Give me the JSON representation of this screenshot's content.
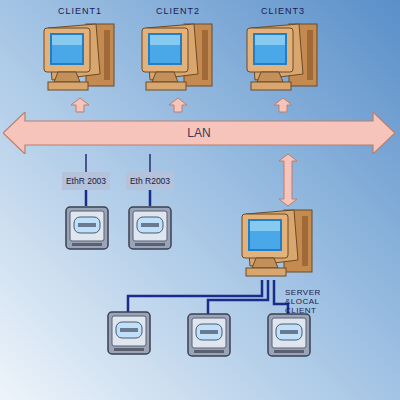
{
  "diagram": {
    "nodes": [
      {
        "text": [
          "CLIENT1"
        ]
      },
      {
        "text": [
          "CLIENT2"
        ]
      },
      {
        "text": [
          "CLIENT3"
        ]
      },
      {
        "text": [
          "LAN"
        ]
      },
      {
        "text": [
          "EthR 2003"
        ]
      },
      {
        "text": [
          "Eth R2003"
        ]
      },
      {
        "text": [
          "SERVER &LOCAL CLIENT"
        ]
      }
    ],
    "edges": [
      {
        "from": 3,
        "to": 0,
        "arrow": "to"
      },
      {
        "from": 3,
        "to": 1,
        "arrow": "to"
      },
      {
        "from": 3,
        "to": 2,
        "arrow": "to"
      },
      {
        "from": 3,
        "to": 4,
        "arrow": "none"
      },
      {
        "from": 3,
        "to": 5,
        "arrow": "none"
      },
      {
        "from": 3,
        "to": 6,
        "arrow": "both"
      }
    ]
  }
}
